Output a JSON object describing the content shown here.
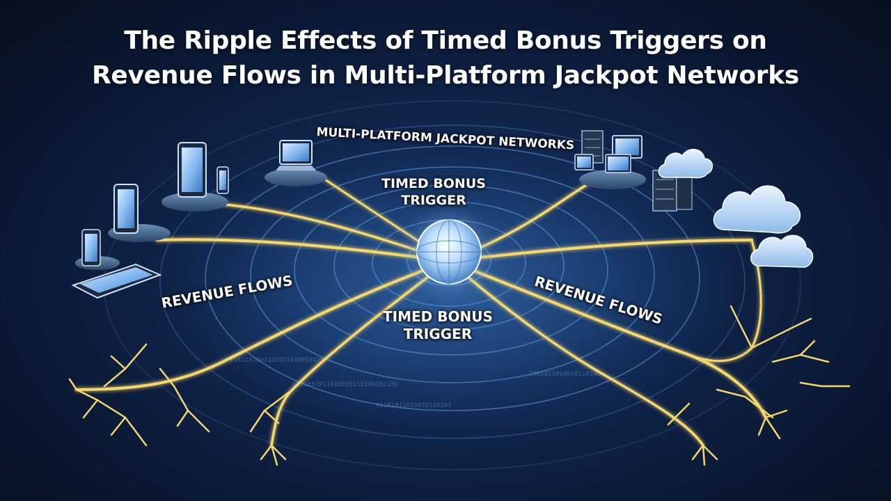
{
  "title": {
    "line1": "The Ripple Effects of Timed Bonus Triggers on",
    "line2": "Revenue Flows in Multi-Platform Jackpot Networks"
  },
  "labels": {
    "network": "MULTI-PLATFORM JACKPOT NETWORKS",
    "trigger_top": "TIMED BONUS\nTRIGGER",
    "trigger_bottom": "TIMED BONUS\nTRIGGER",
    "revenue_left": "REVENUE FLOWS",
    "revenue_right": "REVENUE FLOWS"
  },
  "colors": {
    "flow": "#f5d76e",
    "ripple": "#4f8fd6",
    "background": "#0f2247",
    "core": "#e8f4ff"
  },
  "icons": [
    "tablet-icon",
    "smartphone-icon",
    "laptop-icon",
    "monitor-icon",
    "server-rack-icon",
    "cloud-icon",
    "globe-core-icon"
  ]
}
